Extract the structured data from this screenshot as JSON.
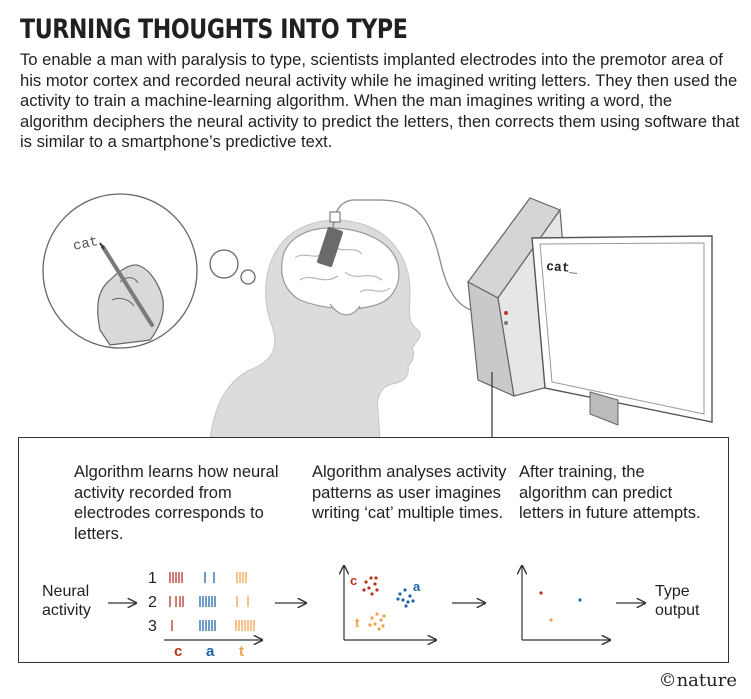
{
  "title": "TURNING THOUGHTS INTO TYPE",
  "intro": "To enable a man with paralysis to type, scientists implanted electrodes into the premotor area of his motor cortex and recorded neural activity while he imagined writing letters. They then used the activity to train a machine-learning algorithm. When the man imagines writing a word, the algorithm deciphers the neural activity to predict the letters, then corrects them using software that is similar to a smartphone’s predictive text.",
  "illustration": {
    "handwritten_word": "cat",
    "screen_text": "cat_"
  },
  "steps": [
    "Algorithm learns how neural activity recorded from electrodes corresponds to letters.",
    "Algorithm analyses activity patterns as user imagines writing ‘cat’ multiple times.",
    "After training, the algorithm can predict letters in future attempts."
  ],
  "flow": {
    "input_label": "Neural activity",
    "trial_numbers": [
      "1",
      "2",
      "3"
    ],
    "letters": [
      "c",
      "a",
      "t"
    ],
    "output_label": "Type output"
  },
  "colors": {
    "c": "#b5351f",
    "a": "#1f66a8",
    "t": "#f0a14a"
  },
  "credit": "©nature"
}
